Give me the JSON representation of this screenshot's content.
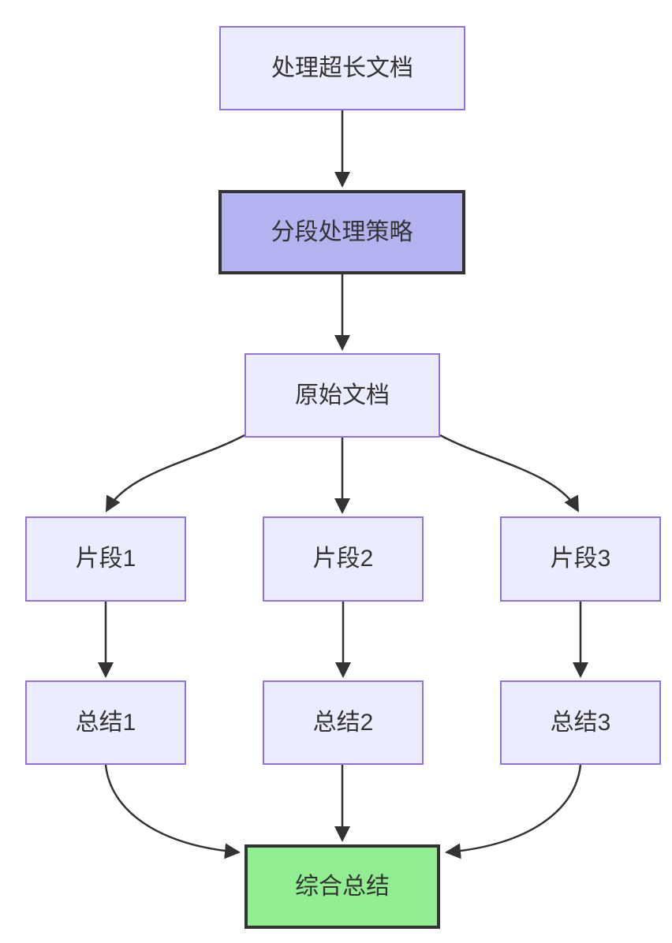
{
  "diagram": {
    "type": "flowchart",
    "direction": "top-down",
    "nodes": {
      "a": {
        "label": "处理超长文档"
      },
      "b": {
        "label": "分段处理策略"
      },
      "c": {
        "label": "原始文档"
      },
      "d1": {
        "label": "片段1"
      },
      "d2": {
        "label": "片段2"
      },
      "d3": {
        "label": "片段3"
      },
      "e1": {
        "label": "总结1"
      },
      "e2": {
        "label": "总结2"
      },
      "e3": {
        "label": "总结3"
      },
      "f": {
        "label": "综合总结"
      }
    },
    "edges": [
      {
        "from": "处理超长文档",
        "to": "分段处理策略"
      },
      {
        "from": "分段处理策略",
        "to": "原始文档"
      },
      {
        "from": "原始文档",
        "to": "片段1"
      },
      {
        "from": "原始文档",
        "to": "片段2"
      },
      {
        "from": "原始文档",
        "to": "片段3"
      },
      {
        "from": "片段1",
        "to": "总结1"
      },
      {
        "from": "片段2",
        "to": "总结2"
      },
      {
        "from": "片段3",
        "to": "总结3"
      },
      {
        "from": "总结1",
        "to": "综合总结"
      },
      {
        "from": "总结2",
        "to": "综合总结"
      },
      {
        "from": "总结3",
        "to": "综合总结"
      }
    ],
    "colors": {
      "default_fill": "#ECECFF",
      "default_border": "#9370DB",
      "strategy_fill": "#B3B3F0",
      "strategy_border": "#333333",
      "result_fill": "#90EE90",
      "result_border": "#333333",
      "edge": "#333333",
      "text": "#333333",
      "background": "#FFFFFF"
    }
  }
}
